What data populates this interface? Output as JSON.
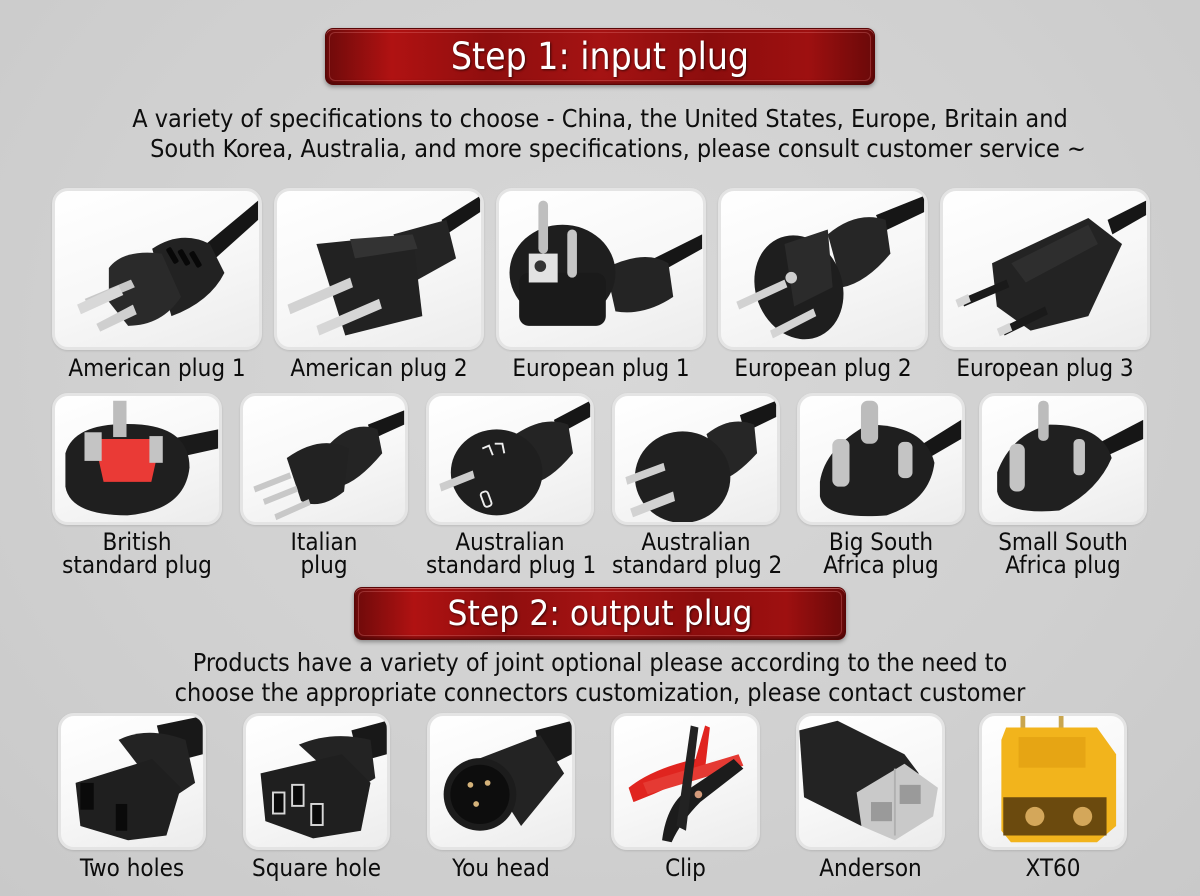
{
  "step1": {
    "banner_title": "Step 1: input plug",
    "intro_lines": [
      "A variety of specifications to choose - China, the United States, Europe, Britain and",
      "South Korea, Australia, and more specifications, please consult customer service ~"
    ],
    "row1": [
      {
        "label": "American plug 1",
        "icon": "us-3pin-plug-icon"
      },
      {
        "label": "American plug 2",
        "icon": "us-2pin-plug-icon"
      },
      {
        "label": "European plug 1",
        "icon": "schuko-angled-plug-icon"
      },
      {
        "label": "European plug 2",
        "icon": "schuko-plug-icon"
      },
      {
        "label": "European plug 3",
        "icon": "europlug-icon"
      }
    ],
    "row2": [
      {
        "label_lines": [
          "British",
          "standard plug"
        ],
        "icon": "uk-plug-icon"
      },
      {
        "label_lines": [
          "Italian",
          "plug"
        ],
        "icon": "italian-plug-icon"
      },
      {
        "label_lines": [
          "Australian",
          "standard plug 1"
        ],
        "icon": "au-plug-icon"
      },
      {
        "label_lines": [
          "Australian",
          "standard plug 2"
        ],
        "icon": "au-plug-2-icon"
      },
      {
        "label_lines": [
          "Big South",
          "Africa plug"
        ],
        "icon": "sa-big-plug-icon"
      },
      {
        "label_lines": [
          "Small South",
          "Africa plug"
        ],
        "icon": "sa-small-plug-icon"
      }
    ]
  },
  "step2": {
    "banner_title": "Step 2: output plug",
    "intro_lines": [
      "Products have a variety of joint optional please according to the need to",
      "choose the appropriate connectors customization, please contact customer"
    ],
    "row3": [
      {
        "label": "Two holes",
        "icon": "c7-connector-icon"
      },
      {
        "label": "Square hole",
        "icon": "c13-connector-icon"
      },
      {
        "label": "You head",
        "icon": "xlr-connector-icon"
      },
      {
        "label": "Clip",
        "icon": "alligator-clip-icon"
      },
      {
        "label": "Anderson",
        "icon": "anderson-connector-icon"
      },
      {
        "label": "XT60",
        "icon": "xt60-connector-icon"
      }
    ]
  },
  "colors": {
    "banner_red": "#9e1010",
    "background": "#d2d2d2",
    "plug_black": "#1c1c1c",
    "clip_red": "#e0241f",
    "xt60_yellow": "#f2b41c",
    "anderson_gray": "#c8c8c8"
  }
}
